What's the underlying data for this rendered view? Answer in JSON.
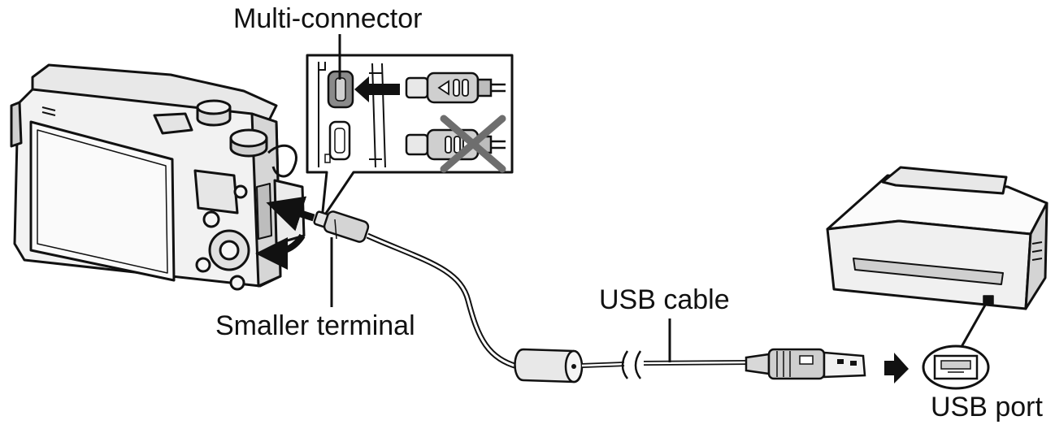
{
  "labels": {
    "multi_connector": "Multi-connector",
    "smaller_terminal": "Smaller terminal",
    "usb_cable": "USB cable",
    "usb_port": "USB port"
  },
  "icons": {
    "insert_arrow": "arrow-left-icon",
    "wrong_orientation": "x-cross-icon",
    "connect_arrow": "arrow-right-icon"
  },
  "colors": {
    "line": "#111111",
    "fill_light": "#f2f2f2",
    "fill_mid": "#c8c8c8",
    "fill_dark": "#8a8a8a"
  }
}
